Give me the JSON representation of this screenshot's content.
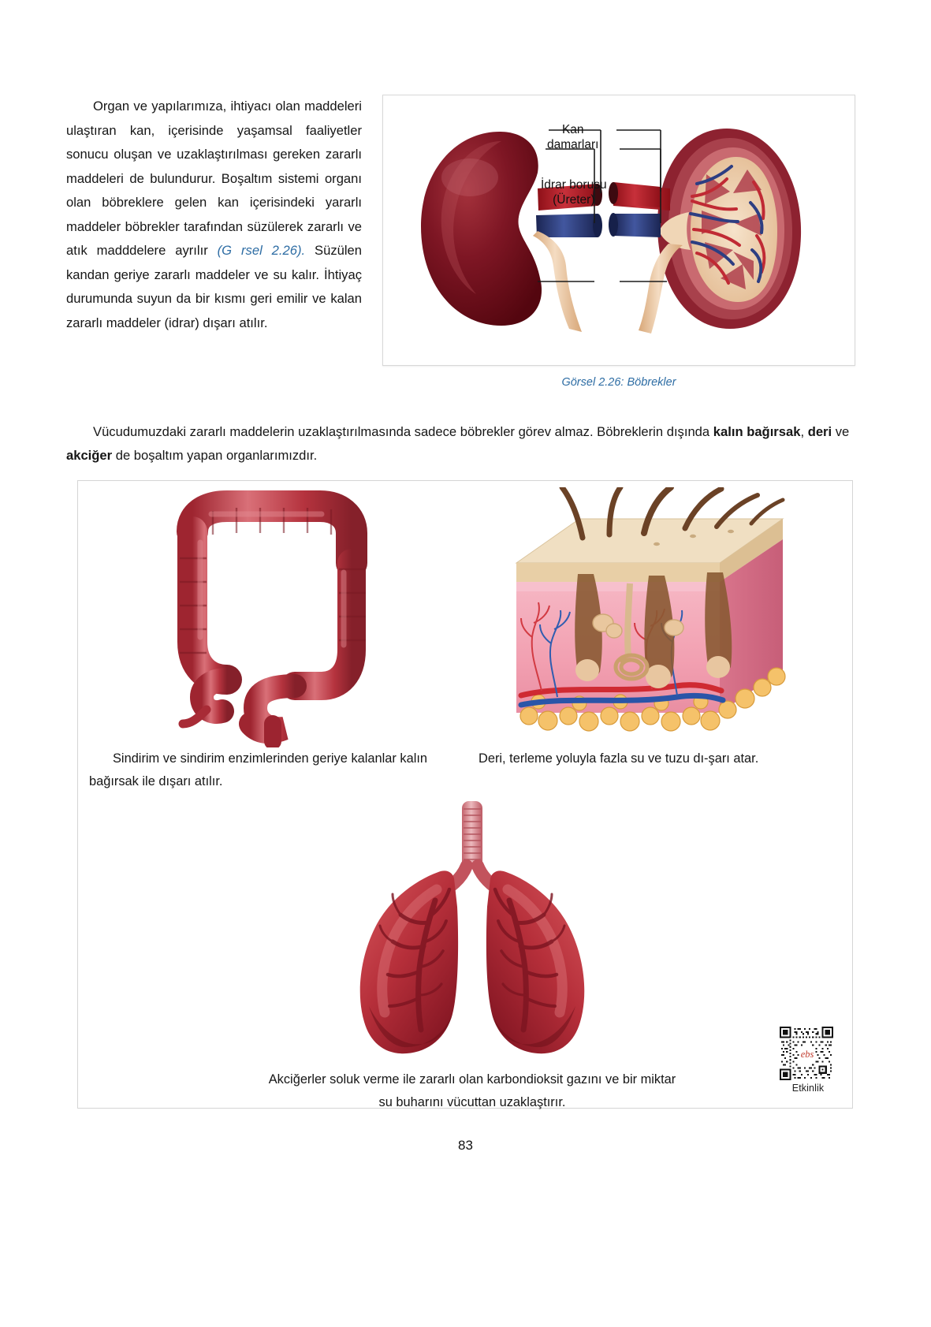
{
  "document": {
    "page_number": "83",
    "language": "tr"
  },
  "intro": {
    "text_before_ref": "Organ ve yapılarımıza, ihtiyacı olan maddeleri ulaştıran kan, içerisinde yaşamsal faaliyetler sonucu oluşan ve uzaklaştırılması gereken zararlı maddeleri de bulundurur. Boşaltım sistemi organı olan böbreklere gelen kan içerisindeki yararlı maddeler böbrekler tarafından süzülerek zararlı ve atık madddelere ayrılır ",
    "reference": "(G rsel 2.26).",
    "text_after_ref": " Süzülen kandan geriye zararlı maddeler ve su kalır. İhtiyaç durumunda suyun da bir kısmı geri emilir ve kalan zararlı maddeler (idrar) dışarı atılır."
  },
  "kidney_figure": {
    "caption": "Görsel 2.26: Böbrekler",
    "labels": {
      "blood_vessels_line1": "Kan",
      "blood_vessels_line2": "damarları",
      "ureter_line1": "İdrar borusu",
      "ureter_line2": "(Üreter)"
    },
    "colors": {
      "artery": "#b02028",
      "vein": "#2b3f87",
      "kidney_outer": "#7e1624",
      "kidney_inner": "#e9c9a8"
    }
  },
  "middle_paragraph": {
    "part1": "Vücudumuzdaki zararlı maddelerin uzaklaştırılmasında sadece böbrekler görev almaz. Böbreklerin dışında ",
    "bold1": "kalın bağırsak",
    "sep1": ", ",
    "bold2": "deri",
    "sep2": " ve ",
    "bold3": "akciğer",
    "part2": " de boşaltım yapan organlarımızdır."
  },
  "organ_panel": {
    "colon": {
      "caption_line1": "Sindirim ve sindirim enzimlerinden geriye",
      "caption_line2": "kalanlar kalın bağırsak ile dışarı atılır.",
      "art_name": "large-intestine-illustration"
    },
    "skin": {
      "caption_line1": "Deri, terleme yoluyla fazla su ve tuzu dı-",
      "caption_line2": "şarı atar.",
      "art_name": "skin-cross-section-illustration"
    },
    "lungs": {
      "caption_line1": "Akciğerler soluk verme ile zararlı olan karbondioksit",
      "caption_line2": "gazını ve bir miktar su buharını vücuttan uzaklaştırır.",
      "art_name": "lungs-illustration"
    }
  },
  "qr": {
    "label": "Etkinlik",
    "brand_text": "ebs"
  }
}
